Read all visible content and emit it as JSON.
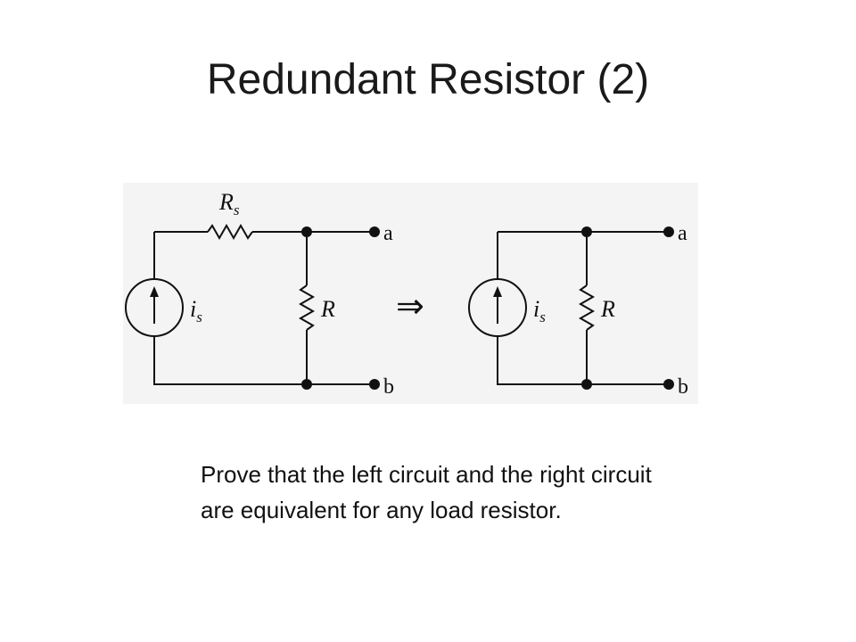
{
  "slide": {
    "title": "Redundant Resistor (2)",
    "body": "Prove that the left circuit and the right circuit are equivalent for any load resistor."
  },
  "diagram": {
    "left_circuit": {
      "source_label": "i",
      "source_label_sub": "s",
      "series_resistor_label": "R",
      "series_resistor_label_sub": "s",
      "shunt_resistor_label": "R",
      "terminal_top": "a",
      "terminal_bottom": "b"
    },
    "arrow_symbol": "⇒",
    "right_circuit": {
      "source_label": "i",
      "source_label_sub": "s",
      "shunt_resistor_label": "R",
      "terminal_top": "a",
      "terminal_bottom": "b"
    }
  }
}
